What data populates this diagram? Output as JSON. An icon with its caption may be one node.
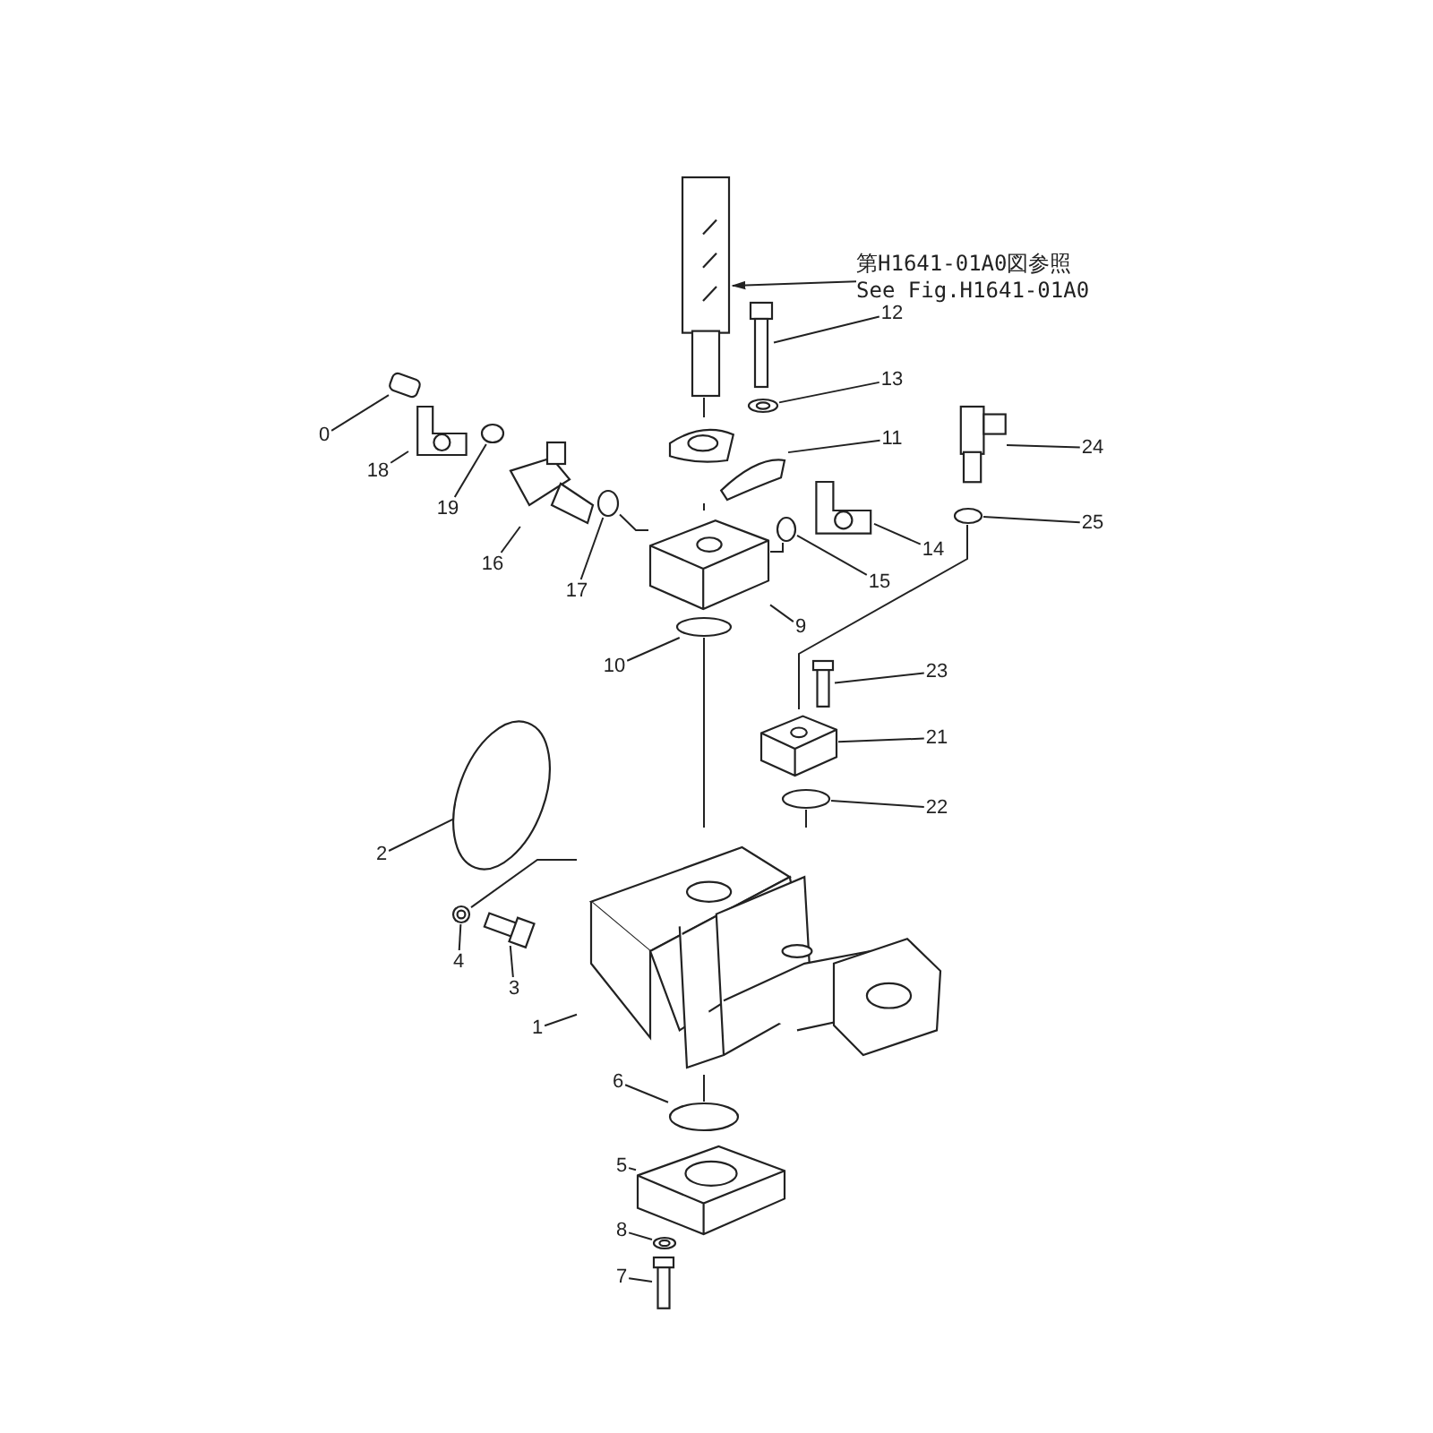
{
  "diagram": {
    "nodes": [
      {
        "text": [
          "第H1641-01A0図参照",
          "See Fig.H1641-01A0"
        ]
      },
      {
        "text": [],
        "shape": "picture"
      },
      {
        "text": [
          "0"
        ]
      },
      {
        "text": [],
        "shape": "box"
      },
      {
        "text": [
          "18"
        ]
      },
      {
        "text": [],
        "shape": "picture"
      },
      {
        "text": [
          "19"
        ]
      },
      {
        "text": [],
        "shape": "circle"
      },
      {
        "text": [
          "16"
        ]
      },
      {
        "text": [],
        "shape": "picture"
      },
      {
        "text": [
          "17"
        ]
      },
      {
        "text": [],
        "shape": "circle"
      },
      {
        "text": [
          "12"
        ]
      },
      {
        "text": [],
        "shape": "picture"
      },
      {
        "text": [
          "13"
        ]
      },
      {
        "text": [],
        "shape": "picture"
      },
      {
        "text": [
          "11"
        ]
      },
      {
        "text": [],
        "shape": "picture"
      },
      {
        "text": [
          "24"
        ]
      },
      {
        "text": [],
        "shape": "picture"
      },
      {
        "text": [
          "25"
        ]
      },
      {
        "text": [],
        "shape": "circle"
      },
      {
        "text": [
          "14"
        ]
      },
      {
        "text": [],
        "shape": "picture"
      },
      {
        "text": [
          "15"
        ]
      },
      {
        "text": [],
        "shape": "circle"
      },
      {
        "text": [
          "9"
        ]
      },
      {
        "text": [],
        "shape": "box"
      },
      {
        "text": [
          "10"
        ]
      },
      {
        "text": [],
        "shape": "circle"
      },
      {
        "text": [
          "23"
        ]
      },
      {
        "text": [],
        "shape": "picture"
      },
      {
        "text": [
          "21"
        ]
      },
      {
        "text": [],
        "shape": "box"
      },
      {
        "text": [
          "22"
        ]
      },
      {
        "text": [],
        "shape": "circle"
      },
      {
        "text": [
          "2"
        ]
      },
      {
        "text": [],
        "shape": "circle"
      },
      {
        "text": [
          "4"
        ]
      },
      {
        "text": [],
        "shape": "picture"
      },
      {
        "text": [
          "3"
        ]
      },
      {
        "text": [],
        "shape": "picture"
      },
      {
        "text": [
          "1"
        ]
      },
      {
        "text": [],
        "shape": "picture"
      },
      {
        "text": [
          "6"
        ]
      },
      {
        "text": [],
        "shape": "circle"
      },
      {
        "text": [
          "5"
        ]
      },
      {
        "text": [],
        "shape": "box"
      },
      {
        "text": [
          "8"
        ]
      },
      {
        "text": [],
        "shape": "picture"
      },
      {
        "text": [
          "7"
        ]
      },
      {
        "text": [],
        "shape": "picture"
      }
    ],
    "edges": [
      {
        "from": 0,
        "to": 1,
        "arrow": "to"
      },
      {
        "from": 2,
        "to": 3,
        "arrow": "none"
      },
      {
        "from": 4,
        "to": 5,
        "arrow": "none"
      },
      {
        "from": 6,
        "to": 7,
        "arrow": "none"
      },
      {
        "from": 8,
        "to": 9,
        "arrow": "none"
      },
      {
        "from": 10,
        "to": 11,
        "arrow": "none"
      },
      {
        "from": 12,
        "to": 13,
        "arrow": "none"
      },
      {
        "from": 14,
        "to": 15,
        "arrow": "none"
      },
      {
        "from": 16,
        "to": 17,
        "arrow": "none"
      },
      {
        "from": 18,
        "to": 19,
        "arrow": "none"
      },
      {
        "from": 20,
        "to": 21,
        "arrow": "none"
      },
      {
        "from": 22,
        "to": 23,
        "arrow": "none"
      },
      {
        "from": 24,
        "to": 25,
        "arrow": "none"
      },
      {
        "from": 26,
        "to": 27,
        "arrow": "none"
      },
      {
        "from": 28,
        "to": 29,
        "arrow": "none"
      },
      {
        "from": 30,
        "to": 31,
        "arrow": "none"
      },
      {
        "from": 32,
        "to": 33,
        "arrow": "none"
      },
      {
        "from": 34,
        "to": 35,
        "arrow": "none"
      },
      {
        "from": 36,
        "to": 37,
        "arrow": "none"
      },
      {
        "from": 38,
        "to": 39,
        "arrow": "none"
      },
      {
        "from": 40,
        "to": 41,
        "arrow": "none"
      },
      {
        "from": 42,
        "to": 43,
        "arrow": "none"
      },
      {
        "from": 44,
        "to": 45,
        "arrow": "none"
      },
      {
        "from": 46,
        "to": 47,
        "arrow": "none"
      },
      {
        "from": 48,
        "to": 49,
        "arrow": "none"
      },
      {
        "from": 50,
        "to": 51,
        "arrow": "none"
      },
      {
        "from": 1,
        "to": 17,
        "arrow": "none"
      },
      {
        "from": 29,
        "to": 43,
        "arrow": "none"
      },
      {
        "from": 11,
        "to": 27,
        "arrow": "none"
      },
      {
        "from": 25,
        "to": 27,
        "arrow": "none"
      },
      {
        "from": 21,
        "to": 33,
        "arrow": "none"
      },
      {
        "from": 35,
        "to": 43,
        "arrow": "none"
      },
      {
        "from": 43,
        "to": 45,
        "arrow": "none"
      },
      {
        "from": 39,
        "to": 43,
        "arrow": "none"
      },
      {
        "from": 17,
        "to": 27,
        "arrow": "none"
      }
    ]
  }
}
